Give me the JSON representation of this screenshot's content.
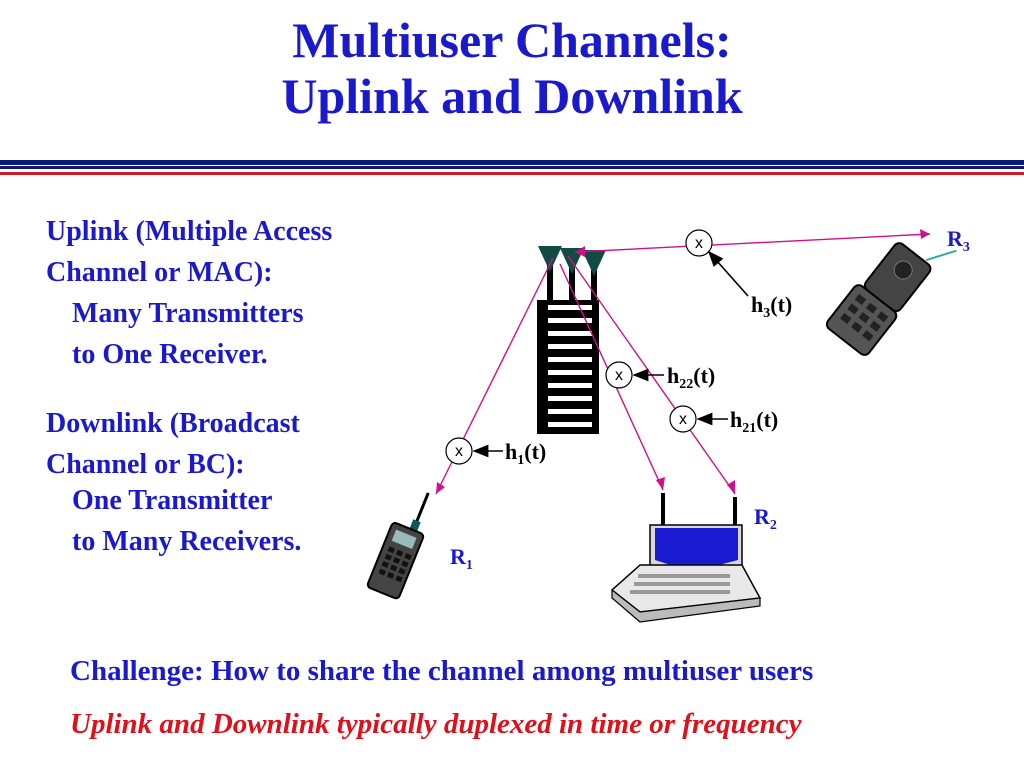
{
  "title": {
    "line1": "Multiuser Channels:",
    "line2": "Uplink and Downlink"
  },
  "uplink": {
    "line1": "Uplink (Multiple Access",
    "line2": "Channel or MAC):",
    "line3": "Many Transmitters",
    "line4": "to One Receiver."
  },
  "downlink": {
    "line1": "Downlink (Broadcast",
    "line2": "Channel or BC):",
    "line3": "One Transmitter",
    "line4": "to Many Receivers."
  },
  "diagram": {
    "multiplier_symbol": "x",
    "h3": {
      "base": "h",
      "sub": "3",
      "rest": "(t)"
    },
    "h22": {
      "base": "h",
      "sub": "22",
      "rest": "(t)"
    },
    "h21": {
      "base": "h",
      "sub": "21",
      "rest": "(t)"
    },
    "h1": {
      "base": "h",
      "sub": "1",
      "rest": "(t)"
    },
    "r1": {
      "base": "R",
      "sub": "1"
    },
    "r2": {
      "base": "R",
      "sub": "2"
    },
    "r3": {
      "base": "R",
      "sub": "3"
    },
    "link_color": "#d0108a"
  },
  "challenge": "Challenge: How to share the channel among multiuser users",
  "duplex_note": "Uplink and Downlink typically duplexed in time or frequency"
}
